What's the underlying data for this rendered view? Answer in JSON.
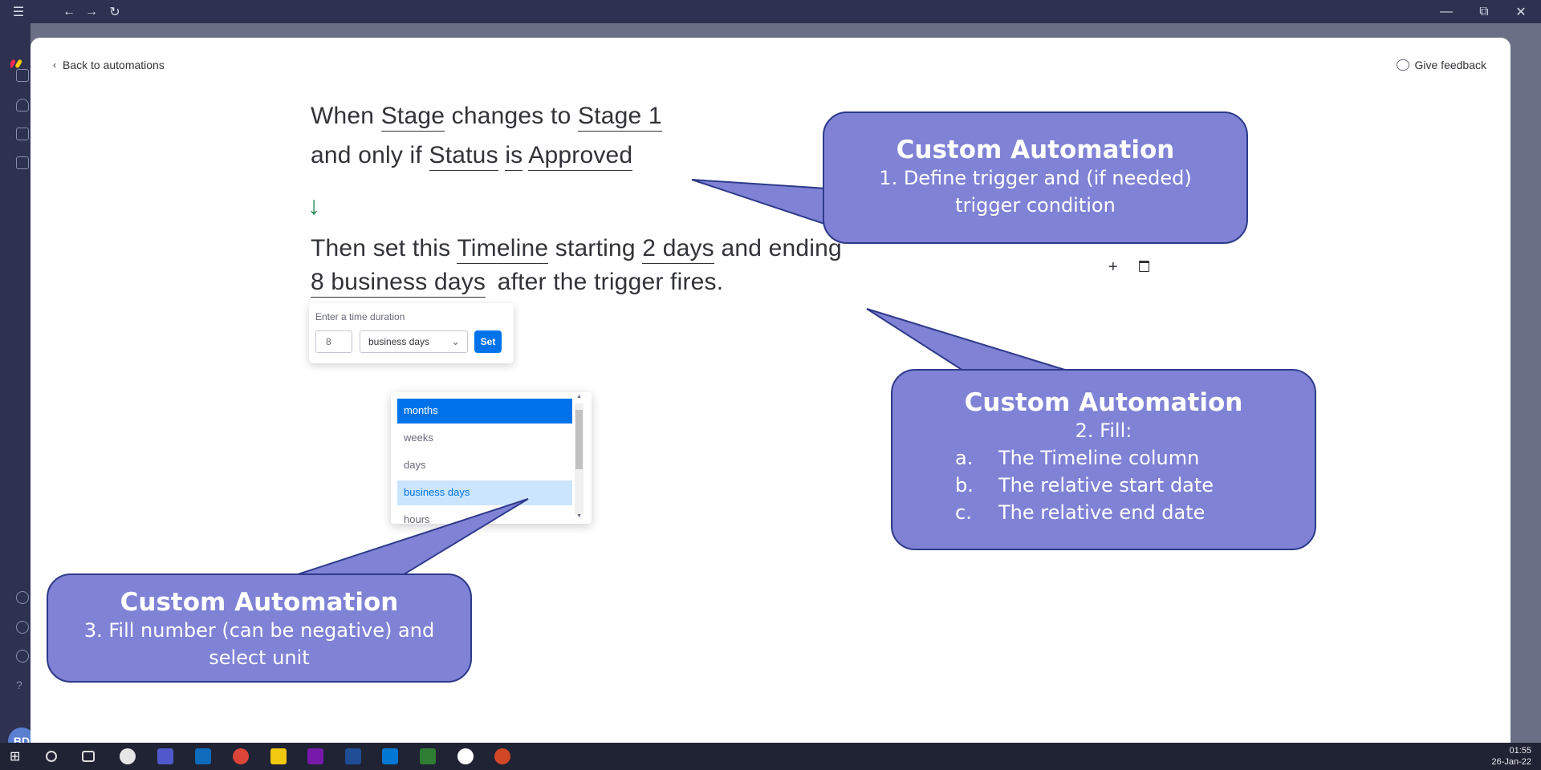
{
  "navigation": {
    "back_label": "Back to automations",
    "feedback_label": "Give feedback"
  },
  "sentence": {
    "line1": {
      "when": "When",
      "trigger_column": "Stage",
      "changes_to": "changes to",
      "trigger_value": "Stage 1"
    },
    "line2": {
      "and_only_if": "and only if",
      "condition_column": "Status",
      "operator": "is",
      "condition_value": "Approved"
    },
    "line3": {
      "then_set_this": "Then set this",
      "target_column": "Timeline",
      "starting": "starting",
      "start_offset": "2 days",
      "and_ending": "and ending"
    },
    "line4": {
      "end_offset": "8 business days",
      "after_trigger": "after the trigger fires."
    }
  },
  "duration_popover": {
    "label": "Enter a time duration",
    "value": "8",
    "unit": "business days",
    "set_label": "Set"
  },
  "unit_options": [
    {
      "label": "months",
      "state": "highlighted"
    },
    {
      "label": "weeks",
      "state": "normal"
    },
    {
      "label": "days",
      "state": "normal"
    },
    {
      "label": "business days",
      "state": "selected"
    },
    {
      "label": "hours",
      "state": "normal"
    }
  ],
  "callouts": {
    "c1": {
      "title": "Custom Automation",
      "line1": "1. Define trigger and (if needed)",
      "line2": "trigger condition"
    },
    "c2": {
      "title": "Custom Automation",
      "line1": "2. Fill:",
      "items": [
        {
          "letter": "a.",
          "text": "The Timeline column"
        },
        {
          "letter": "b.",
          "text": "The relative start date"
        },
        {
          "letter": "c.",
          "text": "The relative end date"
        }
      ]
    },
    "c3": {
      "title": "Custom Automation",
      "line1": "3. Fill number (can be negative) and",
      "line2": "select unit"
    }
  },
  "taskbar": {
    "time": "01:55",
    "date": "26-Jan-22"
  },
  "user": {
    "initials": "BD"
  },
  "colors": {
    "callout_fill": "#7f82d5",
    "callout_border": "#2e3a8a",
    "primary": "#0073ea",
    "arrow_green": "#258750"
  }
}
